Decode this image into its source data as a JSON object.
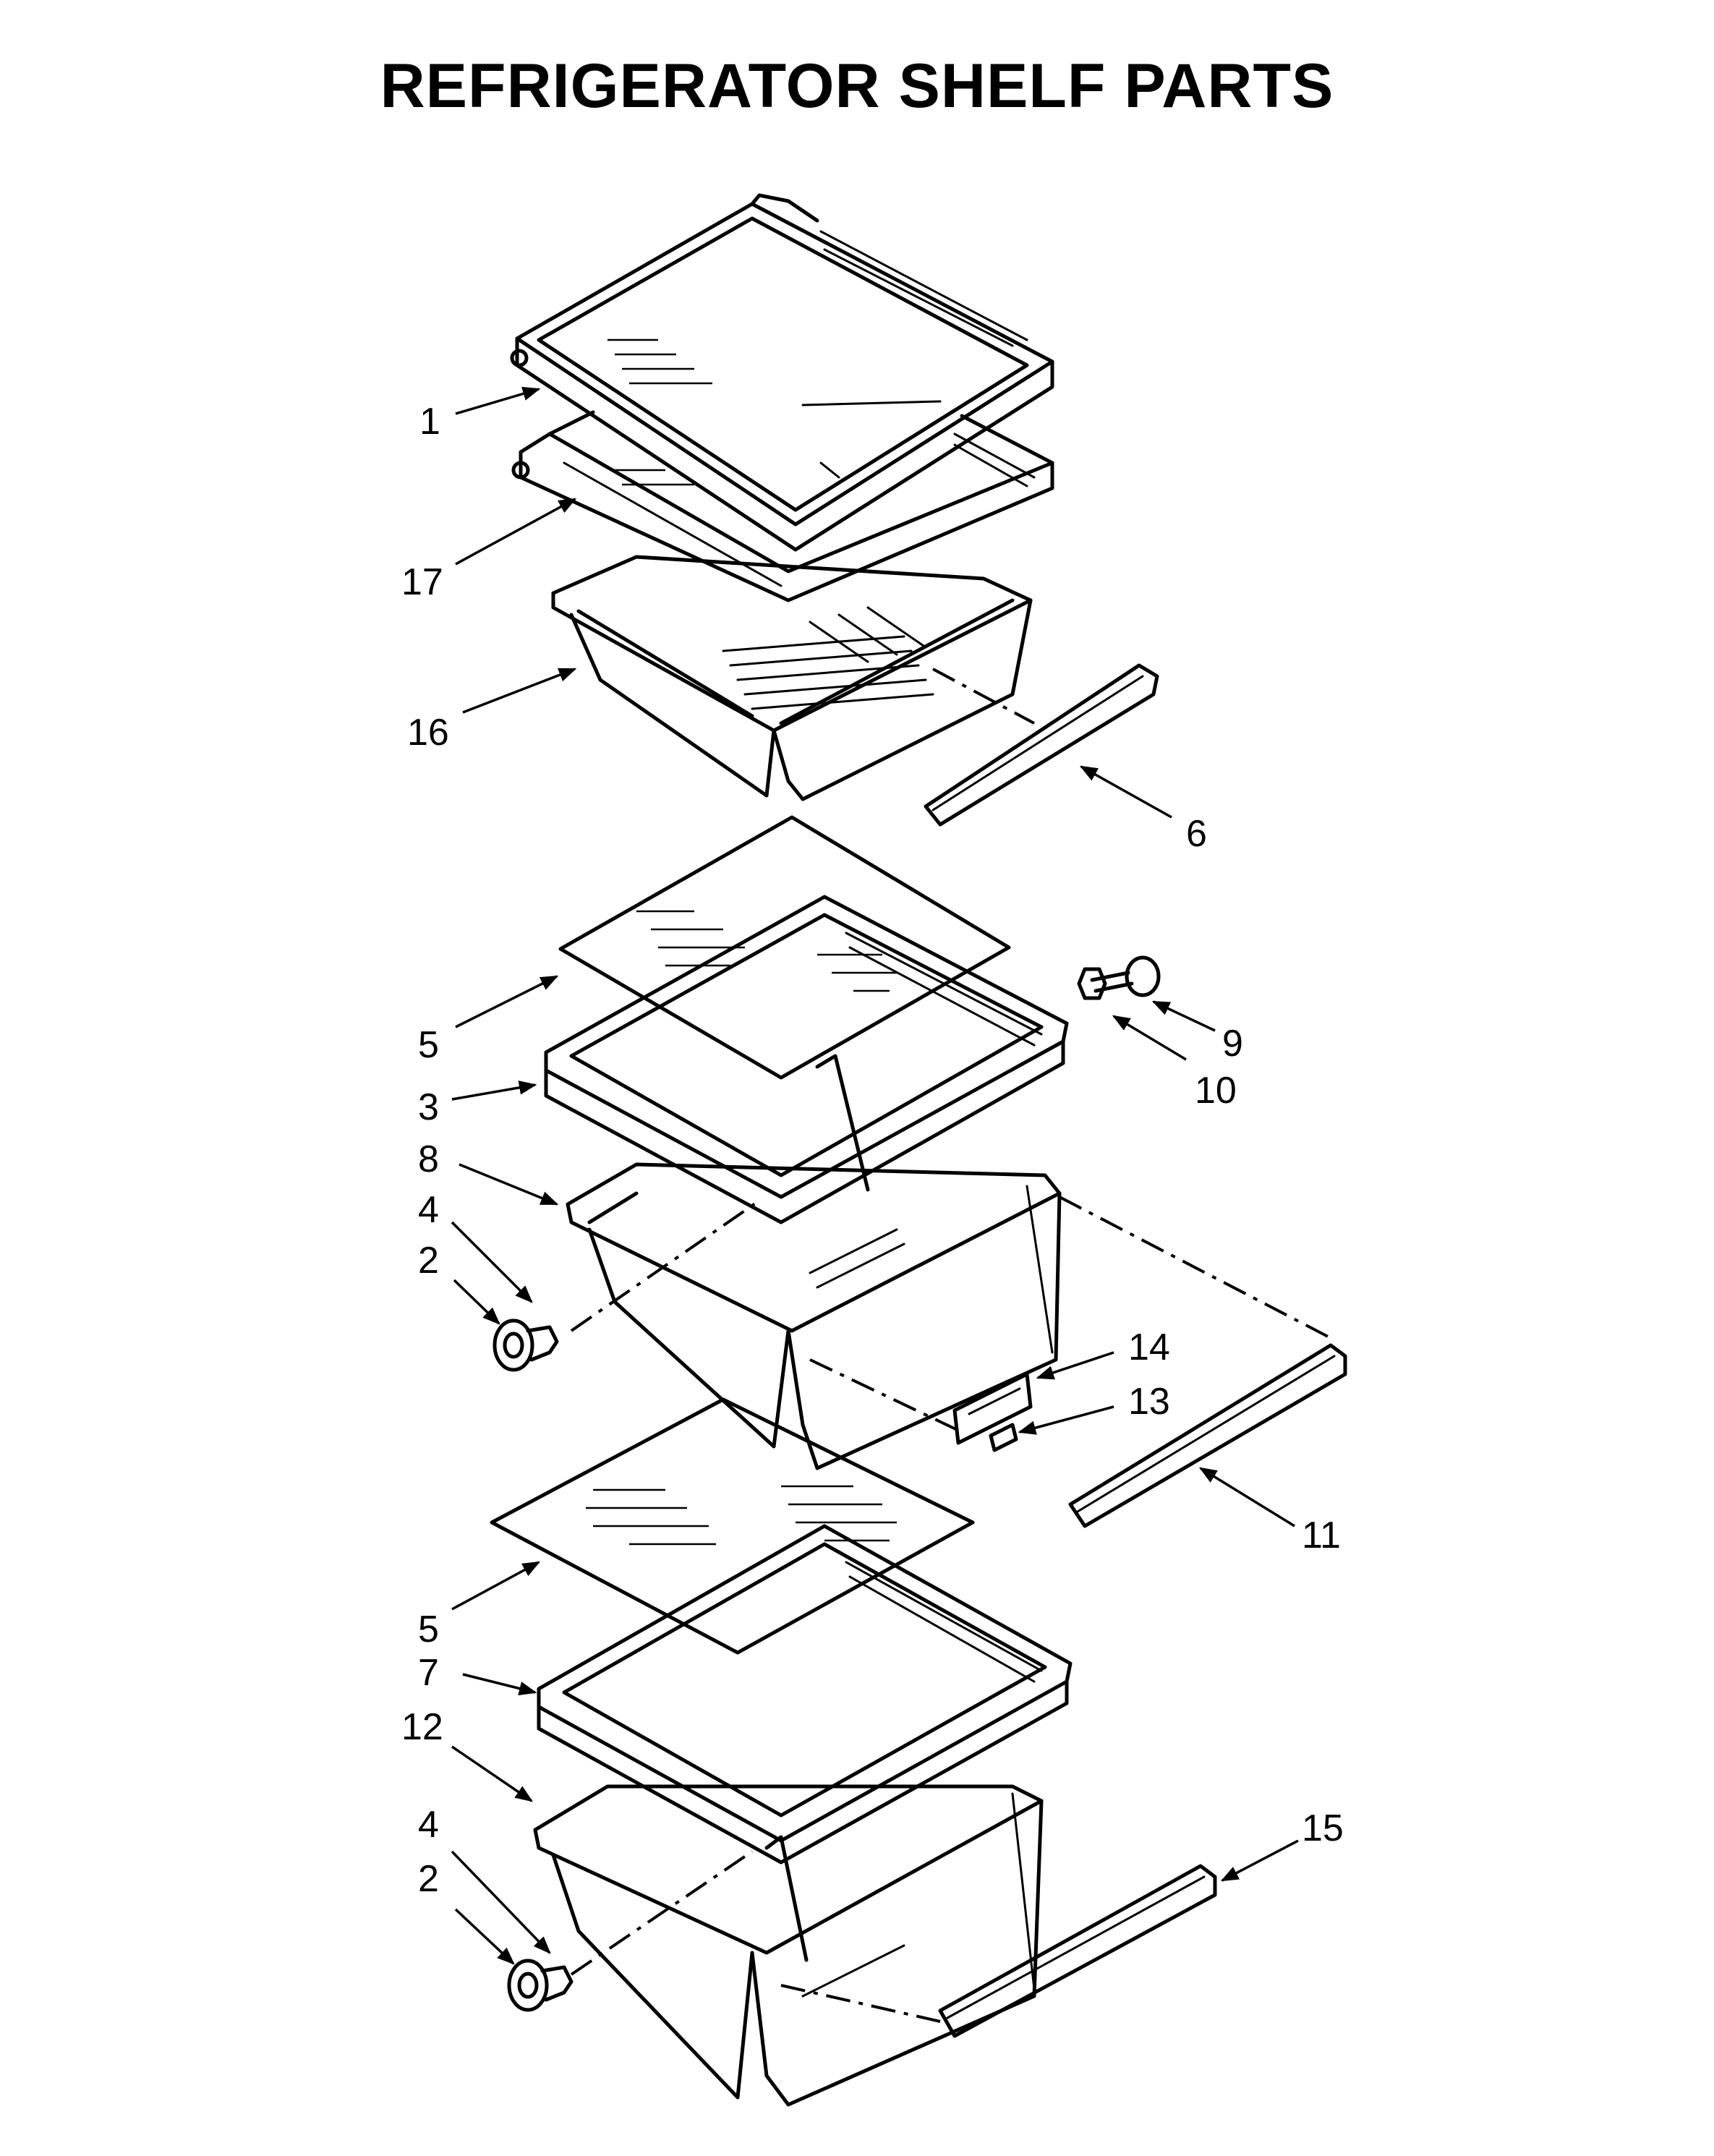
{
  "title": "REFRIGERATOR SHELF PARTS",
  "callouts": [
    "1",
    "17",
    "16",
    "6",
    "5",
    "3",
    "8",
    "4",
    "2",
    "9",
    "10",
    "14",
    "13",
    "11",
    "5",
    "7",
    "12",
    "4",
    "2",
    "15"
  ]
}
